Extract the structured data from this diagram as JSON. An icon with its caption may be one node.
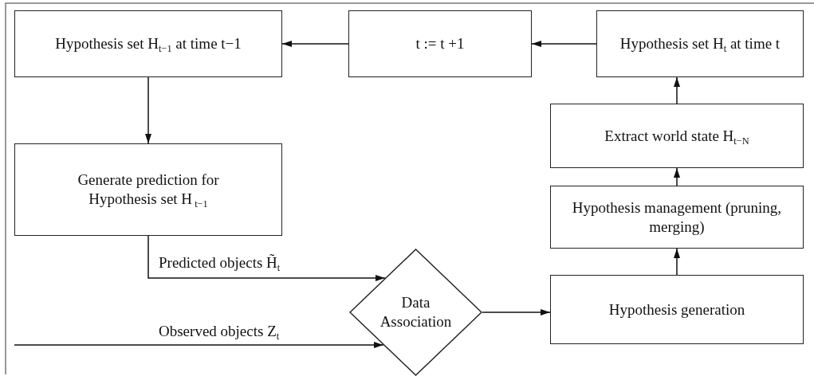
{
  "diagram": {
    "nodes": [
      {
        "text": [
          "Hypothesis set H$_{t−1}$ at time t−1"
        ]
      },
      {
        "text": [
          "t := t +1"
        ]
      },
      {
        "text": [
          "Hypothesis set H$_{t}$  at time t"
        ]
      },
      {
        "text": [
          "Generate prediction for Hypothesis set H$_{ t−1}$"
        ]
      },
      {
        "text": [
          "Data Association"
        ]
      },
      {
        "text": [
          "Extract world state H$_{t−N}$"
        ]
      },
      {
        "text": [
          "Hypothesis management (pruning, merging)"
        ]
      },
      {
        "text": [
          "Hypothesis generation"
        ]
      }
    ],
    "edges": [
      {
        "from": 1,
        "to": 0,
        "arrow": "to"
      },
      {
        "from": 2,
        "to": 1,
        "arrow": "to"
      },
      {
        "from": 0,
        "to": 3,
        "arrow": "to"
      },
      {
        "from": 3,
        "to": 4,
        "arrow": "to",
        "label": "Predicted objects H̃$_{t}$"
      },
      {
        "from": null,
        "to": 4,
        "arrow": "to",
        "label": "Observed objects Z$_{t}$"
      },
      {
        "from": 4,
        "to": 7,
        "arrow": "to"
      },
      {
        "from": 7,
        "to": 6,
        "arrow": "to"
      },
      {
        "from": 6,
        "to": 5,
        "arrow": "to"
      },
      {
        "from": 5,
        "to": 2,
        "arrow": "to"
      }
    ]
  }
}
